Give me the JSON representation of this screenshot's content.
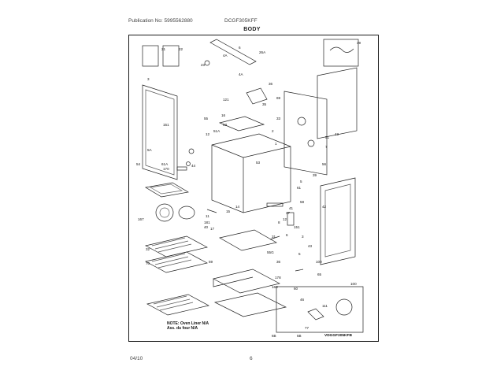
{
  "header": {
    "publication": "Publication No: 5995562880",
    "model": "DCGF305KFF"
  },
  "title": "BODY",
  "callouts": [
    "21",
    "22",
    "4A",
    "23",
    "26A",
    "6",
    "39",
    "3",
    "4A",
    "36",
    "35",
    "69",
    "33",
    "121",
    "53",
    "16",
    "55",
    "151",
    "12",
    "51A",
    "2",
    "1",
    "7",
    "43",
    "56",
    "51",
    "53",
    "5A",
    "54",
    "170",
    "61A",
    "44",
    "39",
    "5",
    "61",
    "167",
    "58",
    "11",
    "14",
    "15",
    "17",
    "40",
    "181",
    "42",
    "12",
    "8",
    "41",
    "37",
    "3",
    "151",
    "43",
    "5",
    "6",
    "31",
    "32",
    "70",
    "59",
    "55G",
    "36",
    "178",
    "168",
    "65",
    "100",
    "60",
    "100",
    "111",
    "46",
    "77",
    "5B",
    "6B"
  ],
  "note": {
    "line1": "NOTE: Oven Liner N/A",
    "line2": "Ass. du four N/A"
  },
  "figure_id": "VDGGF305KFB",
  "footer": {
    "date": "04/10",
    "page": "6"
  }
}
